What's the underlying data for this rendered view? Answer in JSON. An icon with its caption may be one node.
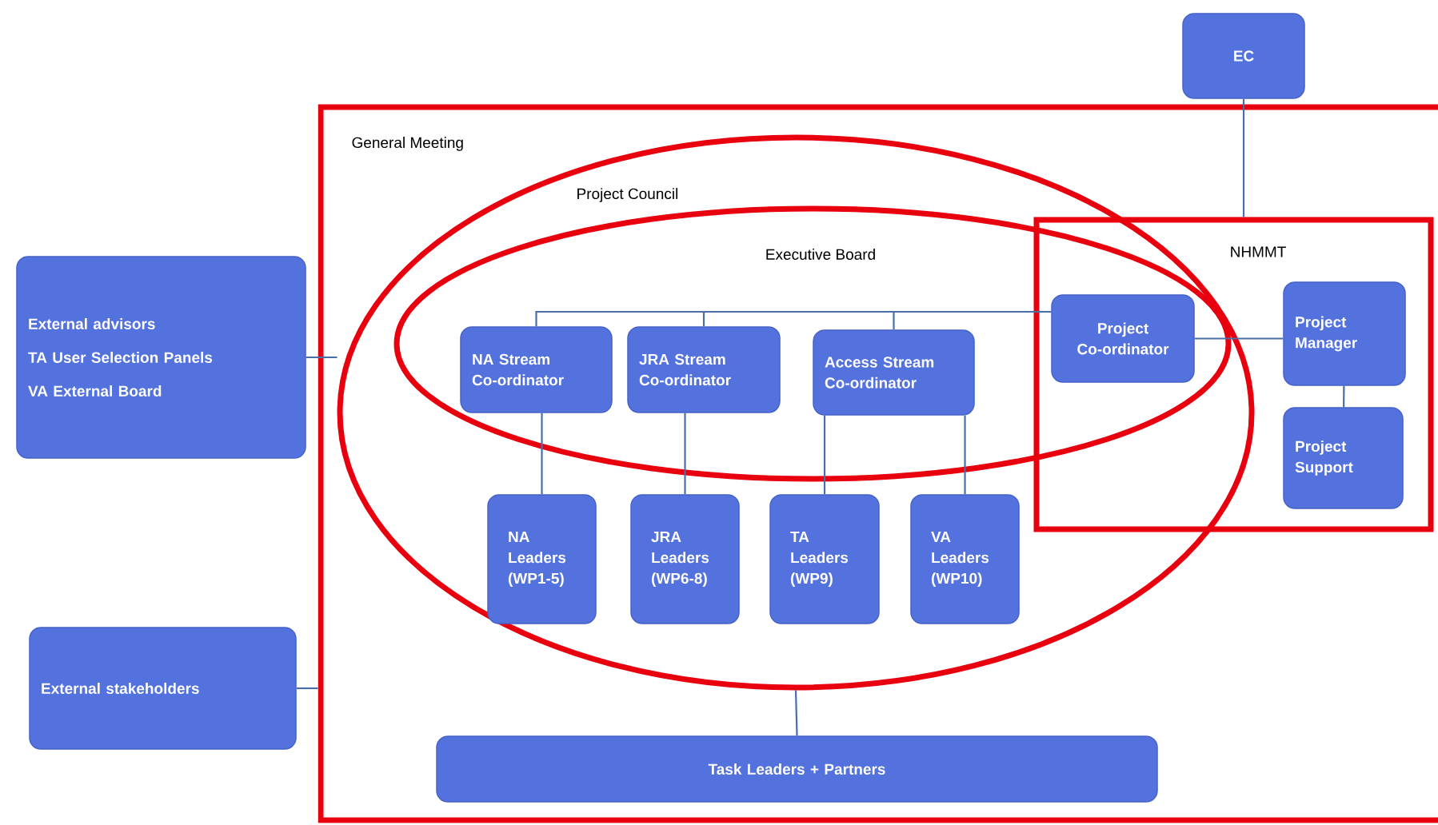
{
  "diagram": {
    "nodes": [
      {
        "text": [
          "General Meeting"
        ]
      },
      {
        "text": [
          "Project Council"
        ],
        "in": 0
      },
      {
        "text": [
          "Executive Board"
        ],
        "in": 1
      },
      {
        "text": [
          "NHMMT"
        ],
        "in": 0
      },
      {
        "text": [
          "EC"
        ]
      },
      {
        "text": [
          "External advisors",
          "TA User Selection Panels",
          "VA External Board"
        ]
      },
      {
        "text": [
          "External stakeholders"
        ]
      },
      {
        "text": [
          "NA Stream Co-ordinator"
        ],
        "in": 2
      },
      {
        "text": [
          "JRA Stream Co-ordinator"
        ],
        "in": 2
      },
      {
        "text": [
          "Access Stream Co-ordinator"
        ],
        "in": 2
      },
      {
        "text": [
          "Project Co-ordinator"
        ]
      },
      {
        "text": [
          "Project Manager"
        ],
        "in": 3
      },
      {
        "text": [
          "Project Support"
        ],
        "in": 3
      },
      {
        "text": [
          "NA Leaders (WP1-5)"
        ],
        "in": 1
      },
      {
        "text": [
          "JRA Leaders (WP6-8)"
        ],
        "in": 1
      },
      {
        "text": [
          "TA Leaders (WP9)"
        ],
        "in": 1
      },
      {
        "text": [
          "VA Leaders (WP10)"
        ],
        "in": 1
      },
      {
        "text": [
          "Task Leaders + Partners"
        ],
        "in": 0
      }
    ],
    "edges": [
      {
        "from": 4,
        "to": 3,
        "arrow": "none"
      },
      {
        "from": 5,
        "to": 1,
        "arrow": "none"
      },
      {
        "from": 6,
        "to": 0,
        "arrow": "none"
      },
      {
        "from": 10,
        "to": 7,
        "arrow": "none"
      },
      {
        "from": 10,
        "to": 8,
        "arrow": "none"
      },
      {
        "from": 10,
        "to": 9,
        "arrow": "none"
      },
      {
        "from": 10,
        "to": 11,
        "arrow": "none"
      },
      {
        "from": 11,
        "to": 12,
        "arrow": "none"
      },
      {
        "from": 7,
        "to": 13,
        "arrow": "none"
      },
      {
        "from": 8,
        "to": 14,
        "arrow": "none"
      },
      {
        "from": 9,
        "to": 15,
        "arrow": "none"
      },
      {
        "from": 9,
        "to": 16,
        "arrow": "none"
      },
      {
        "from": 17,
        "to": 1,
        "arrow": "none"
      }
    ]
  }
}
